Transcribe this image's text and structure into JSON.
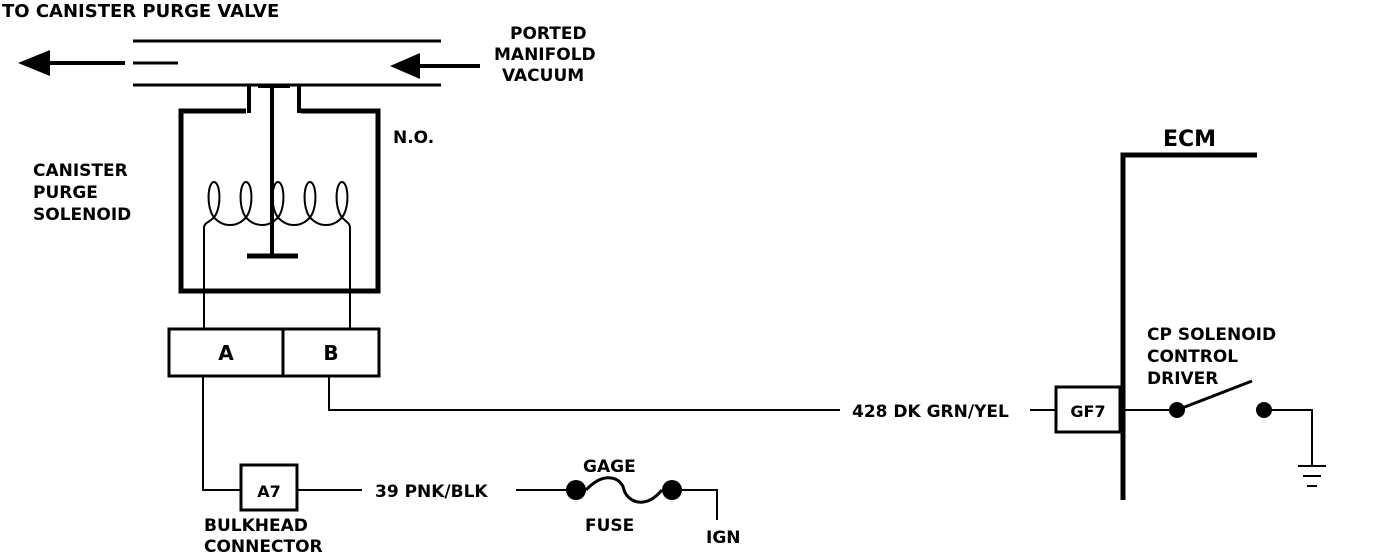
{
  "labels": {
    "to_valve": "TO CANISTER PURGE VALVE",
    "ported": "PORTED",
    "manifold": "MANIFOLD",
    "vacuum": "VACUUM",
    "normally_open": "N.O.",
    "solenoid_l1": "CANISTER",
    "solenoid_l2": "PURGE",
    "solenoid_l3": "SOLENOID",
    "ecm": "ECM",
    "driver_l1": "CP SOLENOID",
    "driver_l2": "CONTROL",
    "driver_l3": "DRIVER",
    "terminal_a": "A",
    "terminal_b": "B",
    "wire_428": "428 DK GRN/YEL",
    "pin_gf7": "GF7",
    "pin_a7": "A7",
    "wire_39": "39 PNK/BLK",
    "gage": "GAGE",
    "fuse": "FUSE",
    "ign": "IGN",
    "bulkhead_l1": "BULKHEAD",
    "bulkhead_l2": "CONNECTOR"
  }
}
